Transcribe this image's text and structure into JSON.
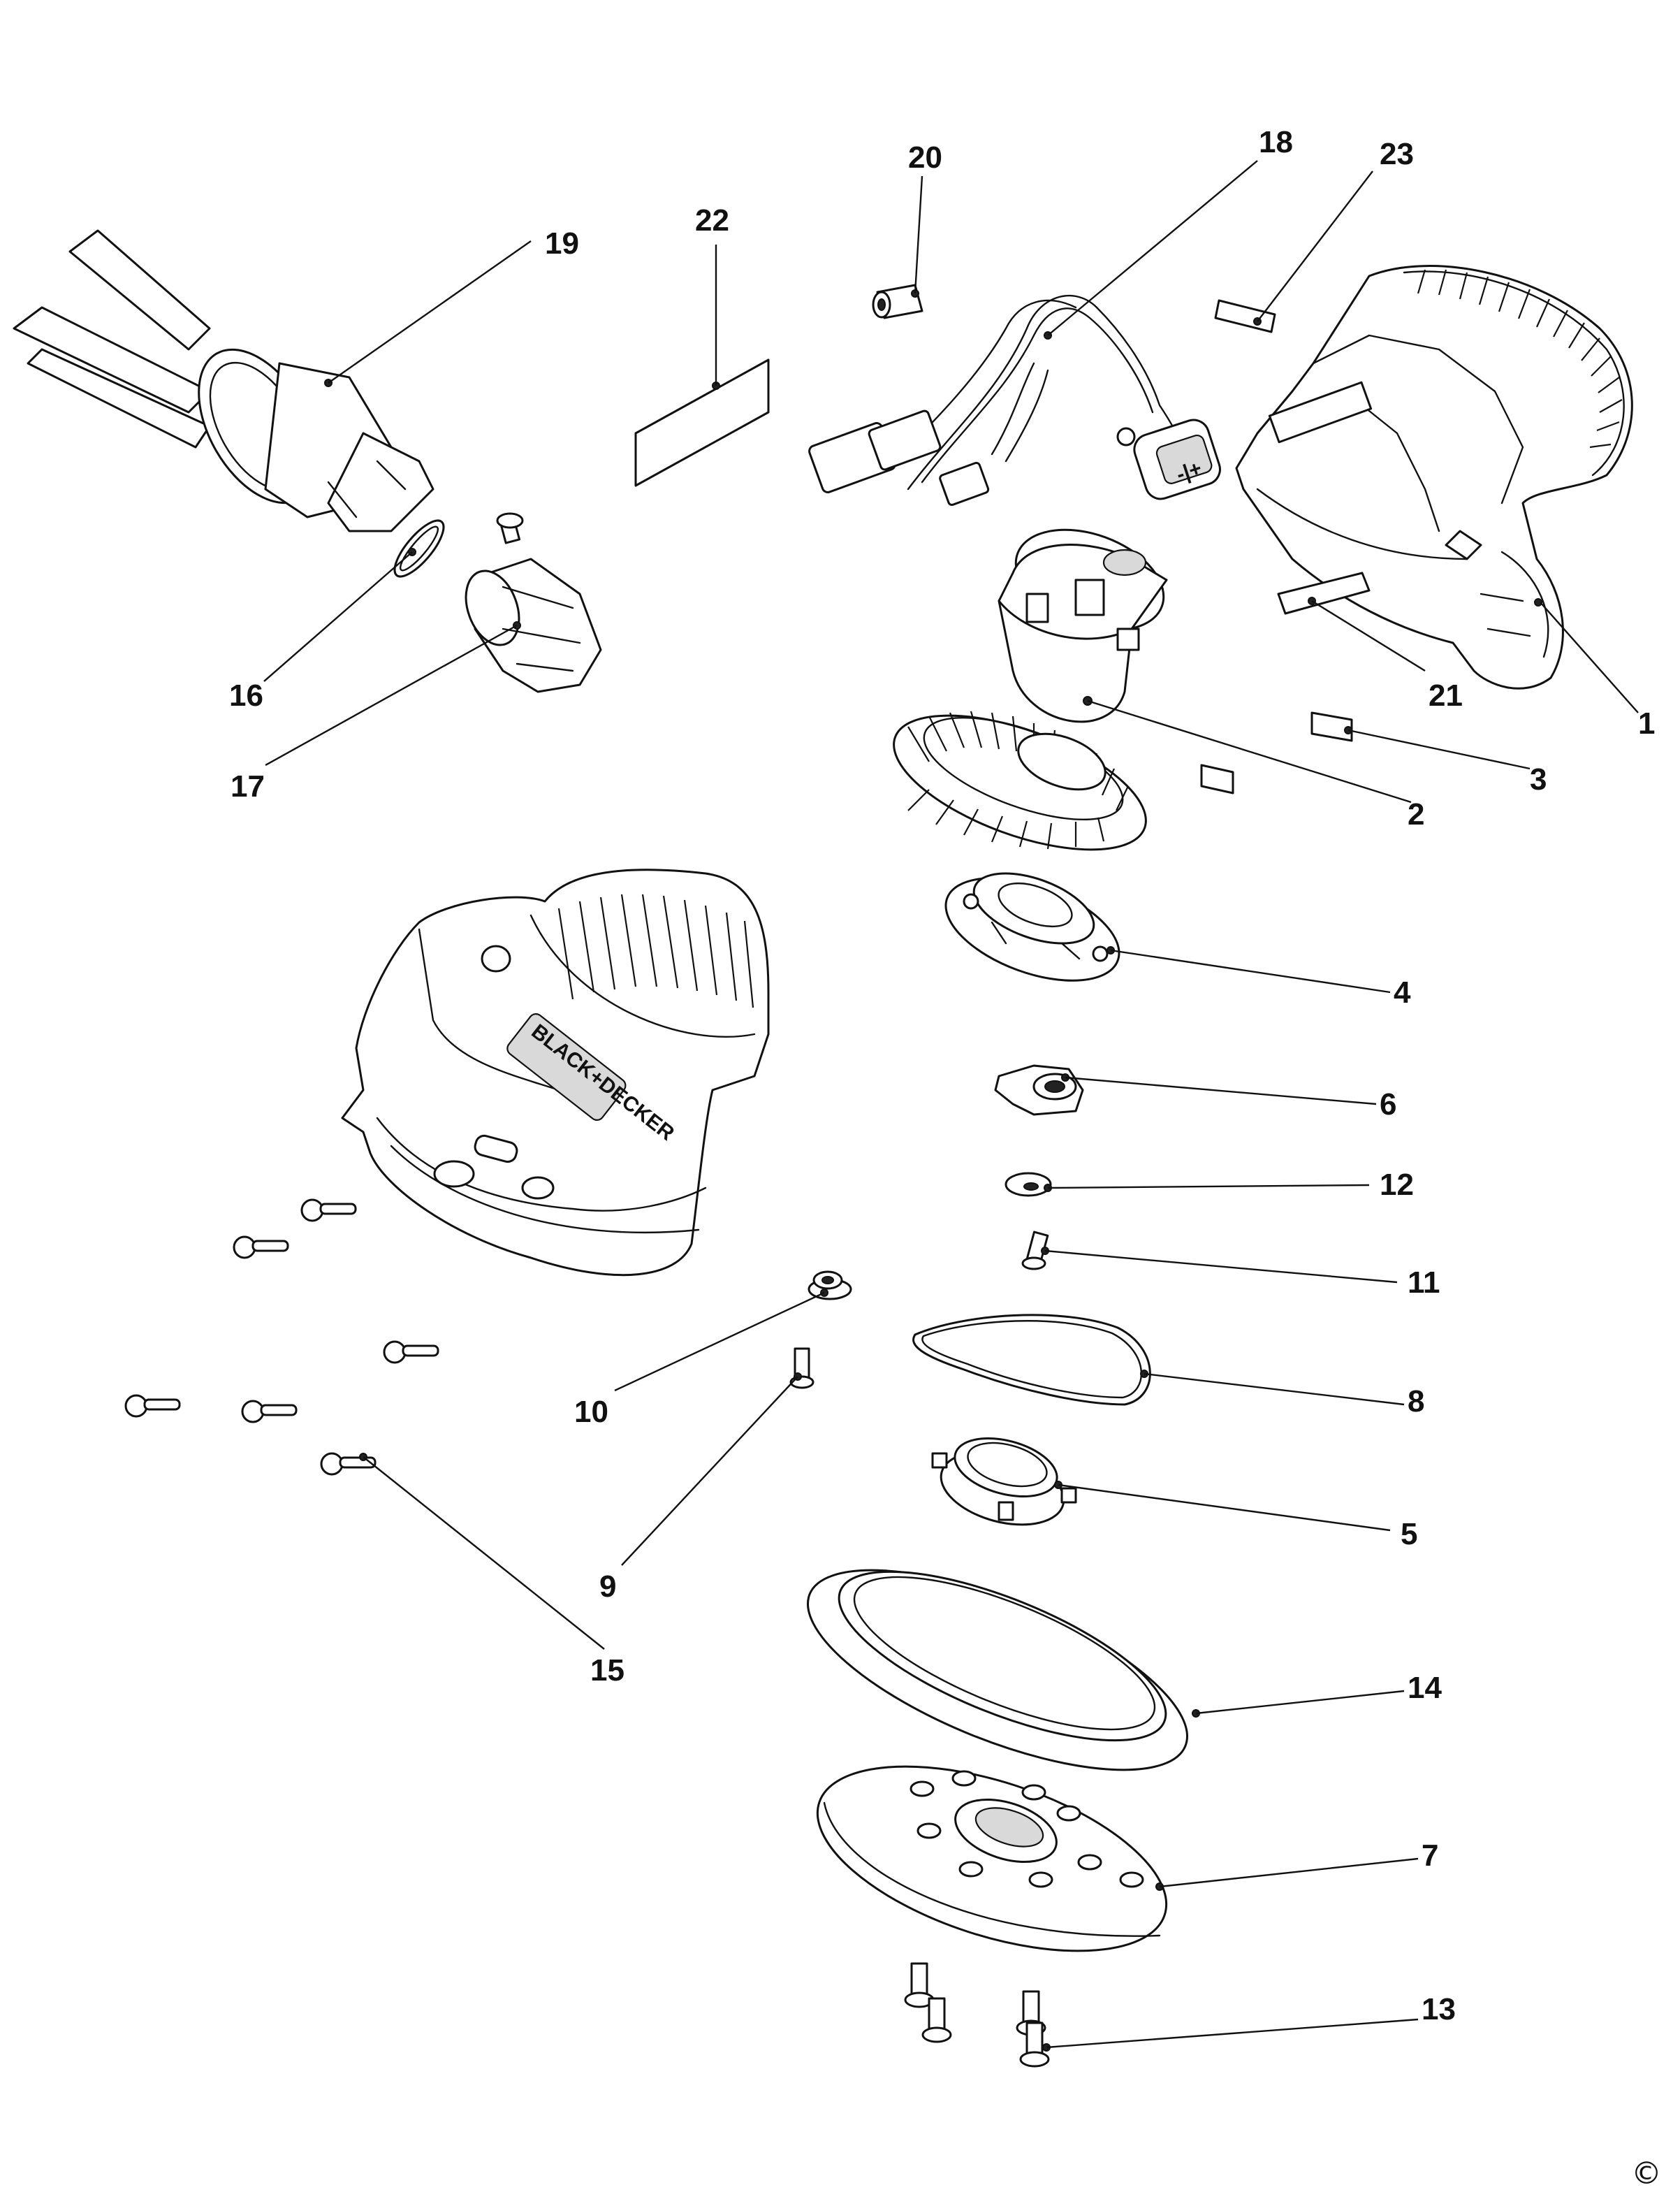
{
  "diagram": {
    "type": "exploded-parts-view",
    "brand_logo_text": "BLACK+DECKER",
    "copyright_symbol": "©",
    "callouts": [
      "1",
      "2",
      "3",
      "4",
      "5",
      "6",
      "7",
      "8",
      "9",
      "10",
      "11",
      "12",
      "13",
      "14",
      "15",
      "16",
      "17",
      "18",
      "19",
      "20",
      "21",
      "22",
      "23"
    ]
  }
}
